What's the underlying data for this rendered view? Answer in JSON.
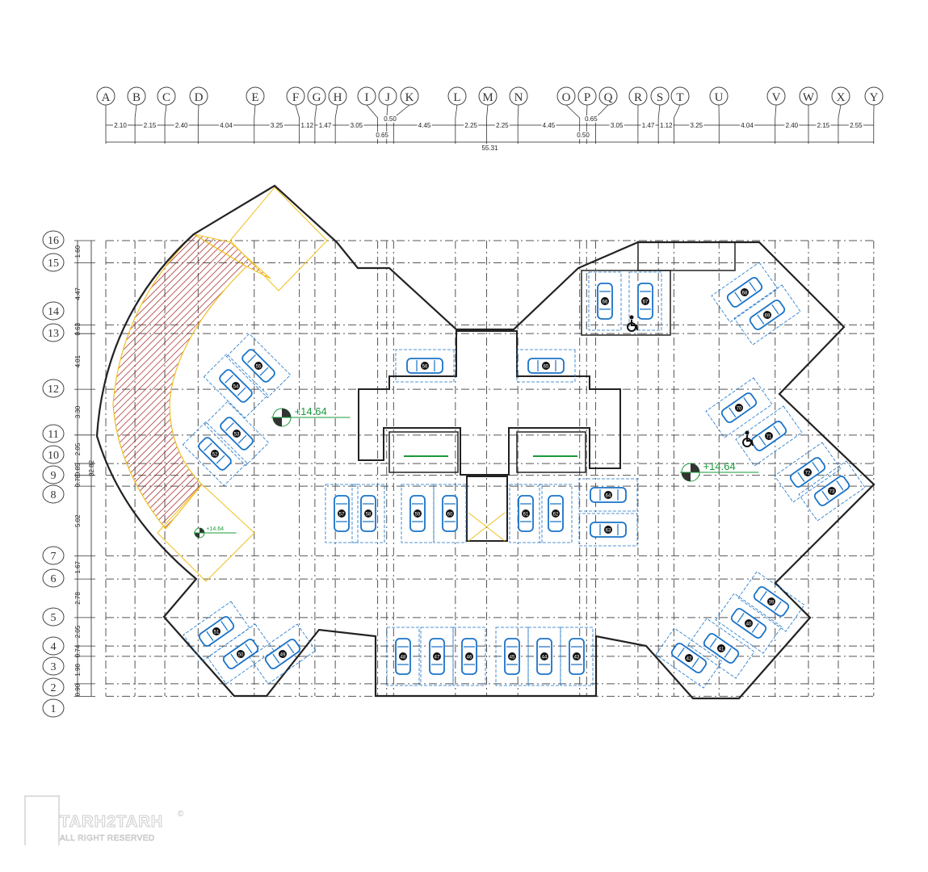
{
  "grid": {
    "columns": [
      "A",
      "B",
      "C",
      "D",
      "E",
      "F",
      "G",
      "H",
      "I",
      "J",
      "K",
      "L",
      "M",
      "N",
      "O",
      "P",
      "Q",
      "R",
      "S",
      "T",
      "U",
      "V",
      "W",
      "X",
      "Y"
    ],
    "column_spacings": [
      "2.10",
      "2.15",
      "2.40",
      "4.04",
      "3.25",
      "1.12",
      "1.47",
      "3.05",
      "0.65",
      "0.50",
      "4.45",
      "2.25",
      "2.25",
      "4.45",
      "0.50",
      "0.65",
      "3.05",
      "1.47",
      "1.12",
      "3.25",
      "4.04",
      "2.40",
      "2.15",
      "2.55"
    ],
    "total_width": "55.31",
    "rows": [
      "16",
      "15",
      "14",
      "13",
      "12",
      "11",
      "10",
      "9",
      "8",
      "7",
      "6",
      "5",
      "4",
      "3",
      "2",
      "1"
    ],
    "row_spacings": [
      "1.60",
      "4.47",
      "0.63",
      "4.01",
      "3.30",
      "2.05",
      "0.85",
      "0.78",
      "5.02",
      "1.67",
      "2.78",
      "2.05",
      "0.74",
      "1.98",
      "0.90"
    ],
    "total_height": "32.82"
  },
  "levels": [
    "+14.64",
    "+14.64",
    "+14.64"
  ],
  "parking_numbers": [
    "55",
    "54",
    "53",
    "52",
    "57",
    "58",
    "59",
    "60",
    "61",
    "62",
    "64",
    "63",
    "51",
    "50",
    "49",
    "48",
    "47",
    "46",
    "45",
    "44",
    "43",
    "42",
    "41",
    "40",
    "39",
    "68",
    "69",
    "70",
    "71",
    "72",
    "73",
    "56",
    "65",
    "66",
    "67"
  ],
  "watermark": {
    "brand": "TARH2TARH",
    "tagline": "ALL RIGHT RESERVED",
    "copyright": "©"
  },
  "colors": {
    "car": "#1a73c8",
    "level": "#1a9a3a",
    "ramp": "#a01818",
    "ramp_edge": "#f0c020",
    "wall": "#222222",
    "grid": "#555555",
    "door": "#c01818"
  }
}
